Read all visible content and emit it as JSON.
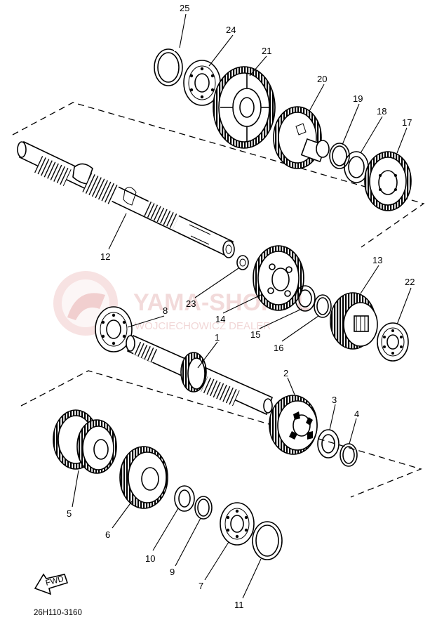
{
  "watermark": {
    "brand": "YAMA-SHOP.PL",
    "subtitle": "WOJCIECHOWICZ DEALER",
    "color": "#e8bcbc"
  },
  "diagram_code": "26H110-3160",
  "fwd_label": "FWD",
  "callouts": {
    "c1": "1",
    "c2": "2",
    "c3": "3",
    "c4": "4",
    "c5": "5",
    "c6": "6",
    "c7": "7",
    "c8": "8",
    "c9": "9",
    "c10": "10",
    "c11": "11",
    "c12": "12",
    "c13": "13",
    "c14": "14",
    "c15": "15",
    "c16": "16",
    "c17": "17",
    "c18": "18",
    "c19": "19",
    "c20": "20",
    "c21": "21",
    "c22": "22",
    "c23": "23",
    "c24": "24",
    "c25": "25"
  }
}
